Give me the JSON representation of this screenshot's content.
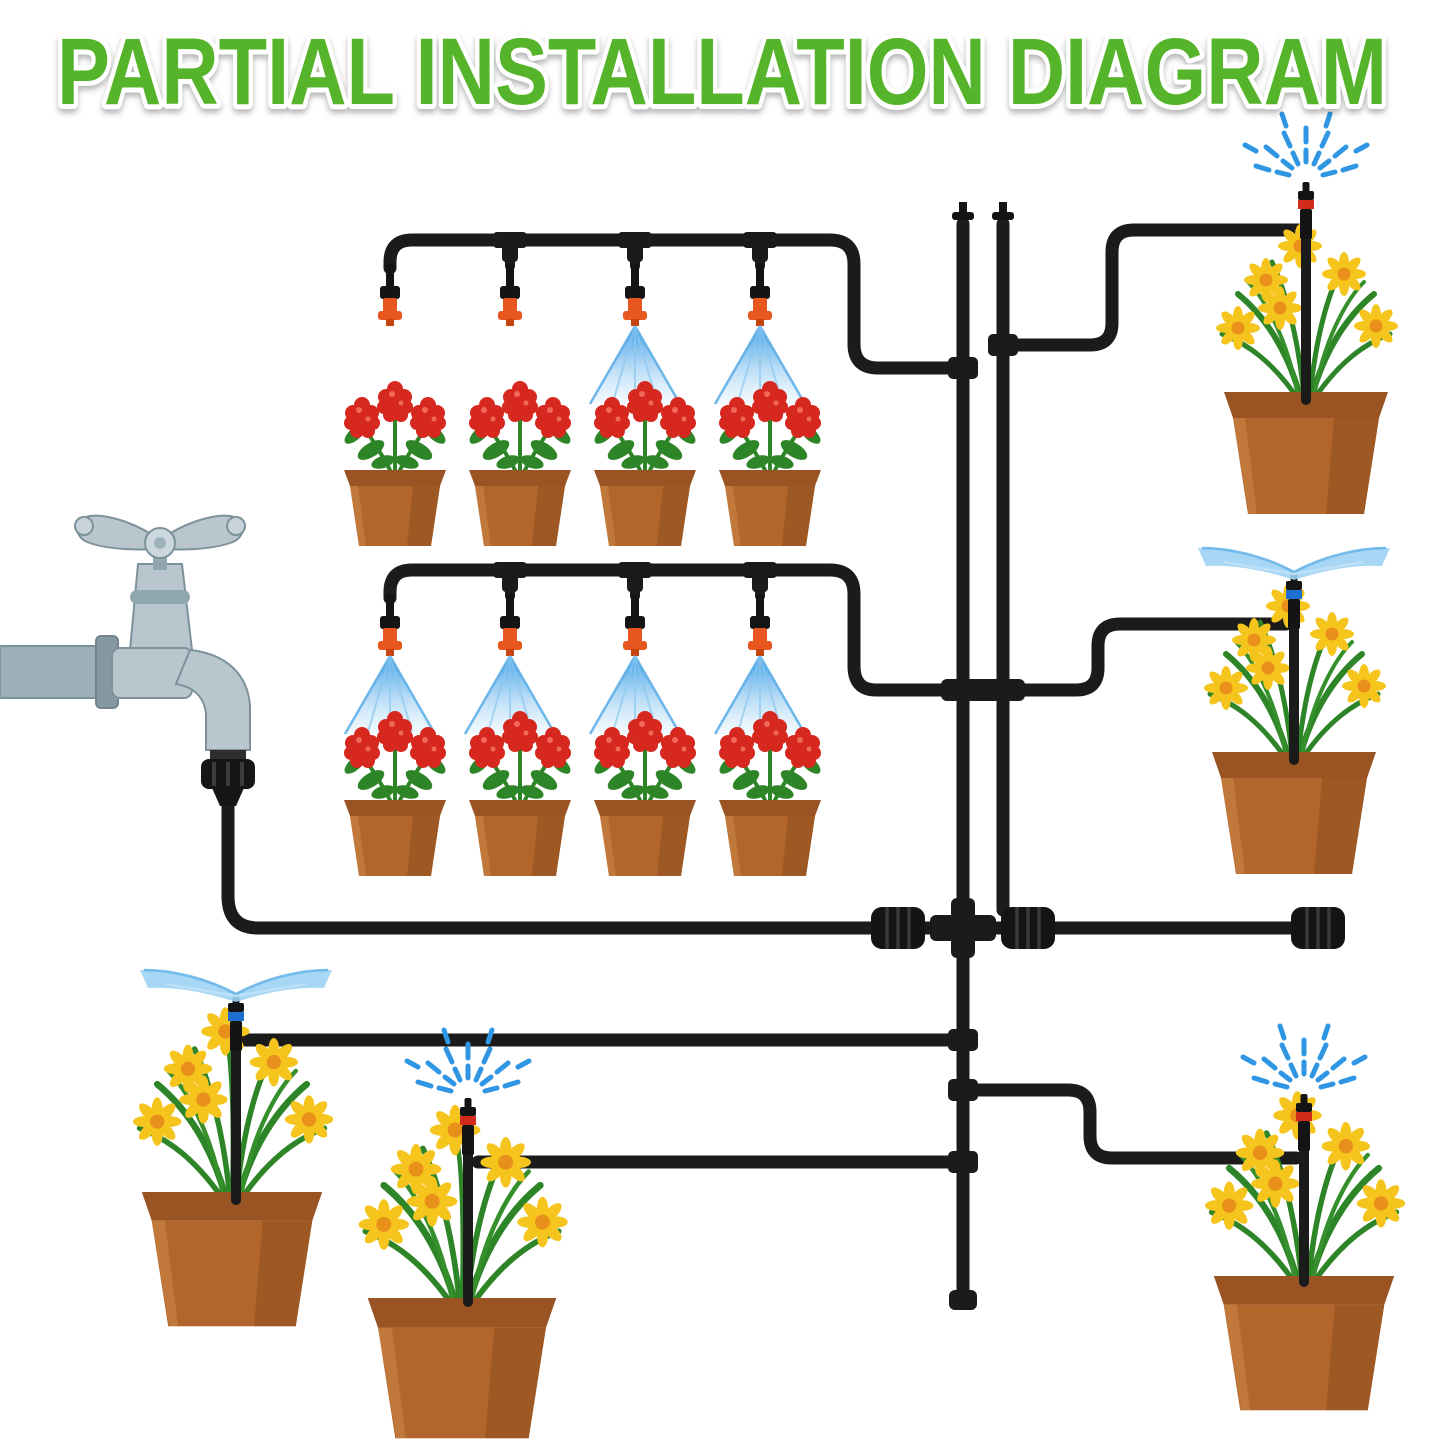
{
  "title": "PARTIAL INSTALLATION DIAGRAM",
  "colors": {
    "title": "#56b42a",
    "tubing": "#1b1b1b",
    "faucet_body": "#b9c6ce",
    "faucet_shade": "#90a6b1",
    "spray": "#2f96e3",
    "spray_light": "#9ed3f4",
    "nozzle": "#e8571f",
    "collar_red": "#d22b1b",
    "collar_blue": "#1e6fd2",
    "pot_rim": "#9a5424",
    "pot_body": "#b2662c",
    "red_flower": "#d6281e",
    "yellow_flower": "#f5c51d",
    "flower_center": "#e8901a",
    "foliage": "#2e8527"
  },
  "components": {
    "water_source": "outdoor tap with black hose adapter",
    "misting_rows": [
      {
        "name": "top misting row",
        "misters": 4,
        "misters_spraying": 2,
        "potted_plants": 4,
        "plant": "red flowers"
      },
      {
        "name": "middle misting row",
        "misters": 4,
        "misters_spraying": 4,
        "potted_plants": 4,
        "plant": "red flowers"
      }
    ],
    "sprinkler_stakes": [
      {
        "position": "top-right",
        "collar": "red",
        "spray": "radial droplets",
        "plant": "yellow flowers"
      },
      {
        "position": "middle-right",
        "collar": "blue",
        "spray": "flat fan",
        "plant": "yellow flowers"
      },
      {
        "position": "bottom-left",
        "collar": "blue",
        "spray": "flat fan",
        "plant": "yellow flowers"
      },
      {
        "position": "bottom-center",
        "collar": "red",
        "spray": "radial droplets",
        "plant": "yellow flowers"
      },
      {
        "position": "bottom-right",
        "collar": "red",
        "spray": "radial droplets",
        "plant": "yellow flowers"
      }
    ],
    "fittings": [
      "tee connectors",
      "barbed couplings",
      "pipe caps",
      "end plug"
    ]
  }
}
